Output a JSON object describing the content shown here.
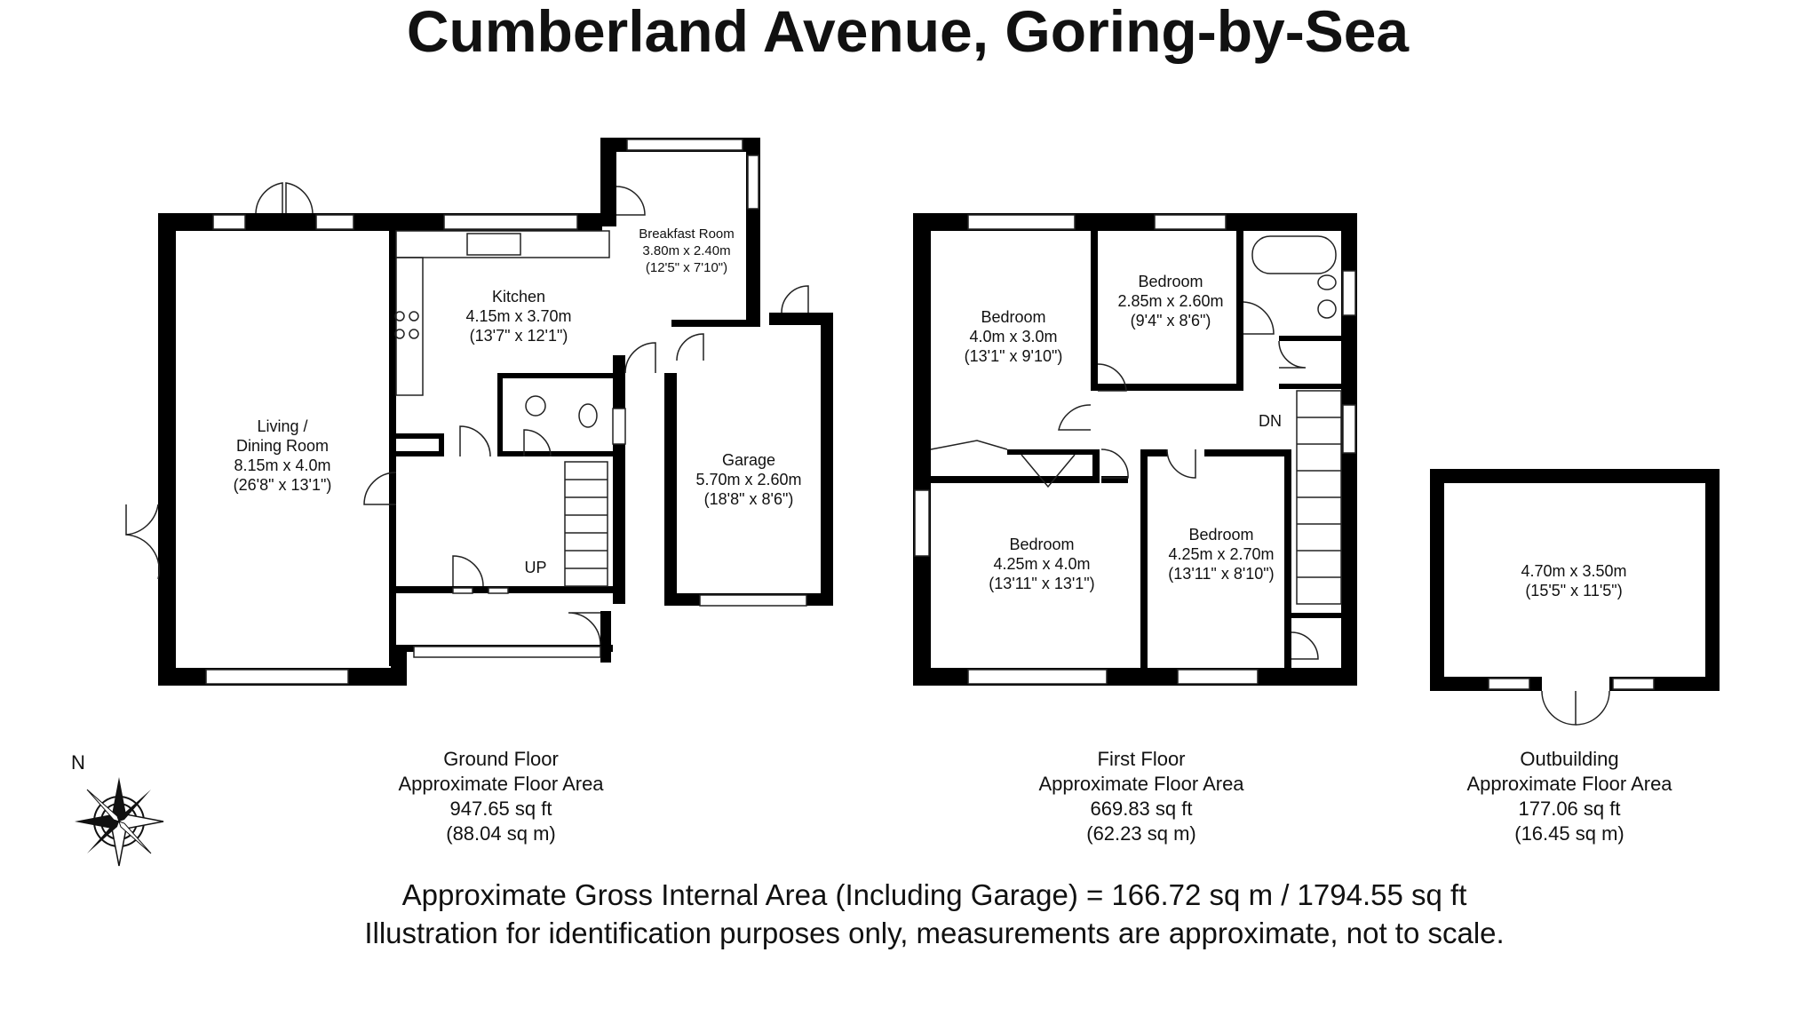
{
  "title": "Cumberland Avenue, Goring-by-Sea",
  "compass_label": "N",
  "rooms": {
    "living": {
      "name1": "Living /",
      "name2": "Dining Room",
      "metric": "8.15m x 4.0m",
      "imperial": "(26'8\" x 13'1\")"
    },
    "kitchen": {
      "name": "Kitchen",
      "metric": "4.15m x 3.70m",
      "imperial": "(13'7\" x 12'1\")"
    },
    "breakfast": {
      "name": "Breakfast Room",
      "metric": "3.80m x 2.40m",
      "imperial": "(12'5\" x 7'10\")"
    },
    "garage": {
      "name": "Garage",
      "metric": "5.70m x 2.60m",
      "imperial": "(18'8\" x 8'6\")"
    },
    "bed1": {
      "name": "Bedroom",
      "metric": "4.0m x 3.0m",
      "imperial": "(13'1\" x 9'10\")"
    },
    "bed2": {
      "name": "Bedroom",
      "metric": "2.85m x 2.60m",
      "imperial": "(9'4\" x 8'6\")"
    },
    "bed3": {
      "name": "Bedroom",
      "metric": "4.25m x 4.0m",
      "imperial": "(13'11\" x 13'1\")"
    },
    "bed4": {
      "name": "Bedroom",
      "metric": "4.25m x 2.70m",
      "imperial": "(13'11\" x 8'10\")"
    },
    "outbuilding": {
      "metric": "4.70m x 3.50m",
      "imperial": "(15'5\" x 11'5\")"
    }
  },
  "stair_labels": {
    "up": "UP",
    "down": "DN"
  },
  "floors": [
    {
      "name": "Ground Floor",
      "label": "Approximate Floor Area",
      "sqft": "947.65 sq ft",
      "sqm": "(88.04 sq m)"
    },
    {
      "name": "First Floor",
      "label": "Approximate Floor Area",
      "sqft": "669.83 sq ft",
      "sqm": "(62.23 sq m)"
    },
    {
      "name": "Outbuilding",
      "label": "Approximate Floor Area",
      "sqft": "177.06 sq ft",
      "sqm": "(16.45 sq m)"
    }
  ],
  "gross_area": "Approximate Gross Internal Area (Including Garage) = 166.72 sq m / 1794.55 sq ft",
  "disclaimer": "Illustration for identification purposes only, measurements are approximate, not to scale."
}
